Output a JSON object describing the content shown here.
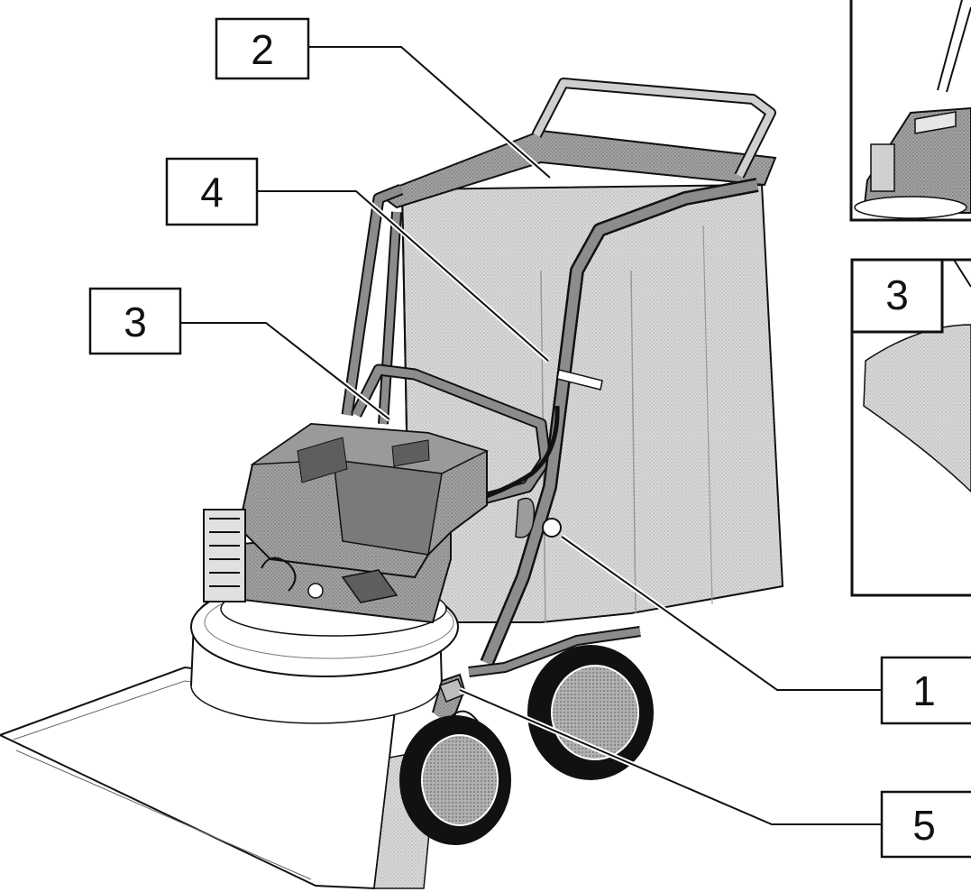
{
  "figure": {
    "callouts": [
      {
        "id": "2",
        "label": "2"
      },
      {
        "id": "4",
        "label": "4"
      },
      {
        "id": "3",
        "label": "3"
      },
      {
        "id": "1",
        "label": "1"
      },
      {
        "id": "5",
        "label": "5"
      }
    ],
    "insets": [
      {
        "id": "top",
        "label": ""
      },
      {
        "id": "bottom",
        "label": "3"
      }
    ],
    "colors": {
      "line": "#111111",
      "bag": "#d6d6d6",
      "bag_dark": "#b8b8b8",
      "frame": "#8c8c8c",
      "engine": "#9a9a9a",
      "engine_dark": "#5e5e5e",
      "wheel": "#1a1a1a",
      "hub": "#bdbdbd",
      "housing": "#ffffff"
    }
  }
}
